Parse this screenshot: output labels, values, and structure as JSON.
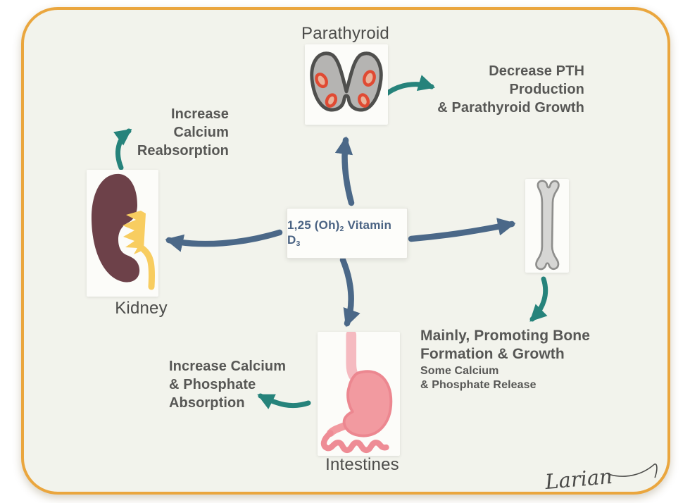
{
  "colors": {
    "border_gold": "#eaa63e",
    "background": "#f2f3ec",
    "card": "#fcfcf9",
    "arrow_blue": "#4b6888",
    "arrow_teal": "#26837b",
    "text_gray": "#575755",
    "center_text": "#4a6383",
    "kidney_maroon": "#6d4149",
    "renal_yellow": "#f8cd60",
    "gland_gray": "#b5b4b2",
    "gland_outline": "#4f4f4d",
    "spot_red_ring": "#e04a33",
    "spot_red_center": "#e9b39b",
    "bone_gray": "#d6d6d4",
    "bone_outline": "#8e8e8c",
    "stomach_pink": "#f29aa0",
    "esophagus_pink": "#f5bac0",
    "intestine_pink": "#ee8c95"
  },
  "center": {
    "prefix": "1,25 (Oh)",
    "sub_a": "2",
    "middle": " Vitamin D",
    "sub_b": "3"
  },
  "parathyroid": {
    "label": "Parathyroid",
    "note_line1": "Decrease PTH  Production",
    "note_line2": "& Parathyroid Growth"
  },
  "kidney": {
    "label": "Kidney",
    "note_line1": "Increase Calcium",
    "note_line2": "Reabsorption"
  },
  "bone": {
    "note_line1": "Mainly, Promoting Bone",
    "note_line2": "Formation & Growth",
    "note_line3": "Some Calcium",
    "note_line4": "& Phosphate Release"
  },
  "intestines": {
    "label": "Intestines",
    "note_line1": "Increase Calcium",
    "note_line2": "& Phosphate",
    "note_line3": "Absorption"
  },
  "signature": "Larian"
}
